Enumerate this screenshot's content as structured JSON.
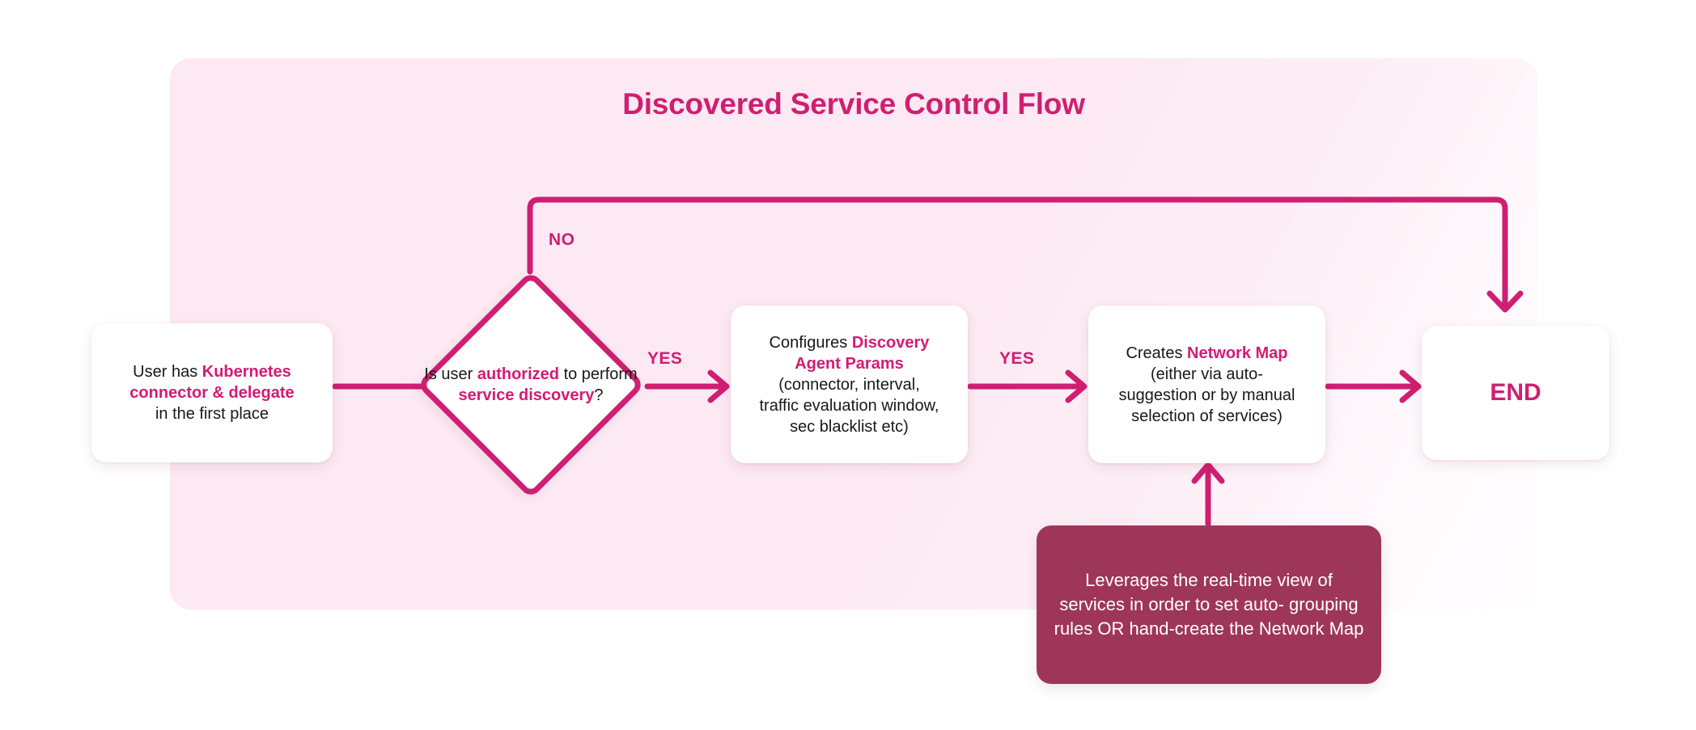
{
  "title": "Discovered Service Control Flow",
  "theme": {
    "panel_bg": "#fde9f3",
    "accent": "#cf1f72",
    "highlight_text": "#d31b74",
    "callout_bg": "#9e3659",
    "node_bg": "#ffffff",
    "body_text": "#17181a",
    "page_bg": "#ffffff"
  },
  "nodes": {
    "start": {
      "type": "process",
      "lines": [
        {
          "parts": [
            {
              "t": "User has ",
              "hl": false
            },
            {
              "t": "Kubernetes",
              "hl": true
            }
          ]
        },
        {
          "parts": [
            {
              "t": "connector & delegate",
              "hl": true
            }
          ]
        },
        {
          "parts": [
            {
              "t": "in the first place",
              "hl": false
            }
          ]
        }
      ]
    },
    "decision": {
      "type": "decision",
      "lines": [
        {
          "parts": [
            {
              "t": "Is user",
              "hl": false
            }
          ]
        },
        {
          "parts": [
            {
              "t": "authorized",
              "hl": true
            }
          ]
        },
        {
          "parts": [
            {
              "t": "to perform",
              "hl": false
            }
          ]
        },
        {
          "parts": [
            {
              "t": "service discovery",
              "hl": true
            },
            {
              "t": "?",
              "hl": false
            }
          ]
        }
      ]
    },
    "params": {
      "type": "process",
      "lines": [
        {
          "parts": [
            {
              "t": "Configures ",
              "hl": false
            },
            {
              "t": "Discovery",
              "hl": true
            }
          ]
        },
        {
          "parts": [
            {
              "t": "Agent Params",
              "hl": true
            }
          ]
        },
        {
          "parts": [
            {
              "t": "(connector, interval,",
              "hl": false
            }
          ]
        },
        {
          "parts": [
            {
              "t": "traffic evaluation window,",
              "hl": false
            }
          ]
        },
        {
          "parts": [
            {
              "t": "sec blacklist etc)",
              "hl": false
            }
          ]
        }
      ]
    },
    "netmap": {
      "type": "process",
      "lines": [
        {
          "parts": [
            {
              "t": "Creates ",
              "hl": false
            },
            {
              "t": "Network Map",
              "hl": true
            }
          ]
        },
        {
          "parts": [
            {
              "t": "(either via auto-",
              "hl": false
            }
          ]
        },
        {
          "parts": [
            {
              "t": "suggestion or by manual",
              "hl": false
            }
          ]
        },
        {
          "parts": [
            {
              "t": "selection of services)",
              "hl": false
            }
          ]
        }
      ]
    },
    "end": {
      "type": "terminator",
      "label": "END"
    },
    "callout": {
      "type": "note",
      "lines": [
        {
          "parts": [
            {
              "t": "Leverages the real-time view of",
              "hl": false
            }
          ]
        },
        {
          "parts": [
            {
              "t": "services in order to set auto-",
              "hl": false
            }
          ]
        },
        {
          "parts": [
            {
              "t": "grouping rules OR hand-create",
              "hl": false
            }
          ]
        },
        {
          "parts": [
            {
              "t": "the Network Map",
              "hl": false
            }
          ]
        }
      ]
    }
  },
  "edges": {
    "start_to_decision": {
      "label": ""
    },
    "decision_no": {
      "label": "NO"
    },
    "decision_yes": {
      "label": "YES"
    },
    "params_to_netmap": {
      "label": "YES"
    },
    "netmap_to_end": {
      "label": ""
    },
    "callout_to_netmap": {
      "label": ""
    }
  }
}
